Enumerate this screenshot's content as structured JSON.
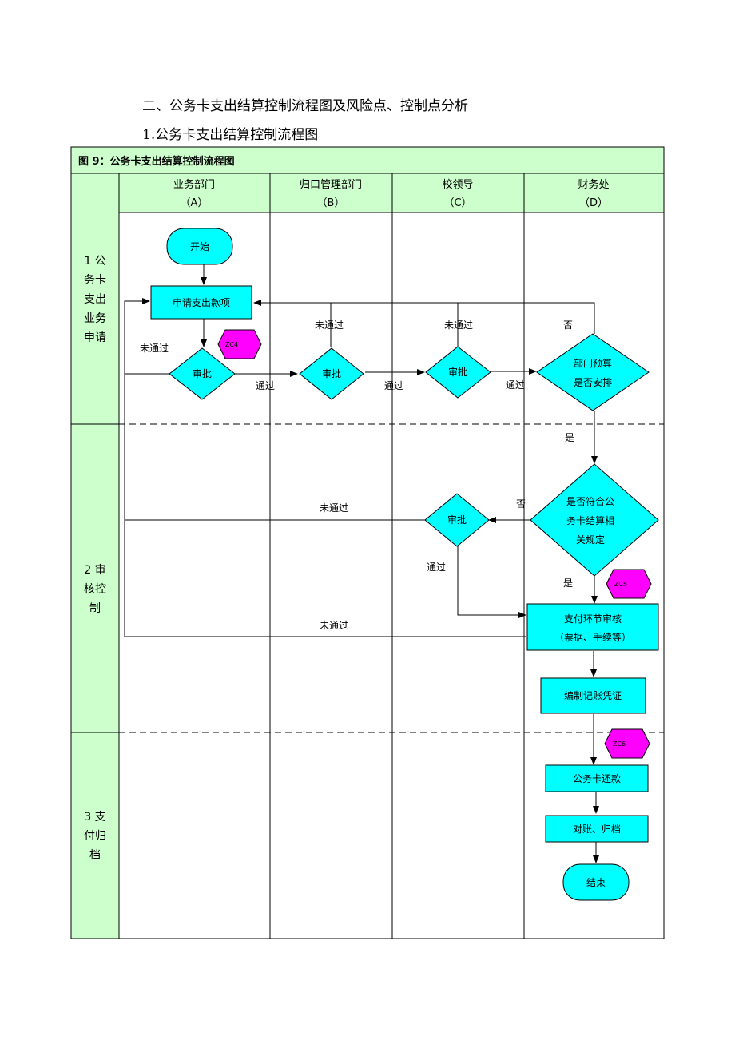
{
  "heading": {
    "section_title": "二、公务卡支出结算控制流程图及风险点、控制点分析",
    "subsection_title": "1.公务卡支出结算控制流程图"
  },
  "figure": {
    "title": "图 9：公务卡支出结算控制流程图",
    "columns": [
      {
        "name": "业务部门",
        "code": "（A）"
      },
      {
        "name": "归口管理部门",
        "code": "（B）"
      },
      {
        "name": "校领导",
        "code": "（C）"
      },
      {
        "name": "财务处",
        "code": "（D）"
      }
    ],
    "phases": [
      {
        "lines": [
          "1 公",
          "务卡",
          "支出",
          "业务",
          "申请"
        ]
      },
      {
        "lines": [
          "2 审",
          "核控",
          "制"
        ]
      },
      {
        "lines": [
          "3 支",
          "付归",
          "档"
        ]
      }
    ]
  },
  "nodes": {
    "start": "开始",
    "apply": "申请支出款项",
    "approve_a": "审批",
    "approve_b": "审批",
    "approve_c": "审批",
    "budget_lines": [
      "部门预算",
      "是否安排"
    ],
    "compliance_lines": [
      "是否符合公",
      "务卡结算相",
      "关规定"
    ],
    "approve_c2": "审批",
    "payment_lines": [
      "支付环节审核",
      "（票据、手续等）"
    ],
    "voucher": "编制记账凭证",
    "repay": "公务卡还款",
    "archive": "对账、归档",
    "end": "结束"
  },
  "control_points": {
    "zc4": "ZC4",
    "zc5": "ZC5",
    "zc6": "ZC6"
  },
  "labels": {
    "reject_a": "未通过",
    "reject_b": "未通过",
    "reject_c": "未通过",
    "no_budget": "否",
    "pass_a": "通过",
    "pass_b": "通过",
    "pass_c": "通过",
    "yes_budget": "是",
    "reject_c2": "未通过",
    "no_compliance": "否",
    "pass_c2": "通过",
    "yes_compliance": "是",
    "reject_payment": "未通过"
  },
  "colors": {
    "header_fill": "#ccffcc",
    "node_fill": "#00ffff",
    "control_point_fill": "#ff00ff",
    "line": "#000000"
  }
}
